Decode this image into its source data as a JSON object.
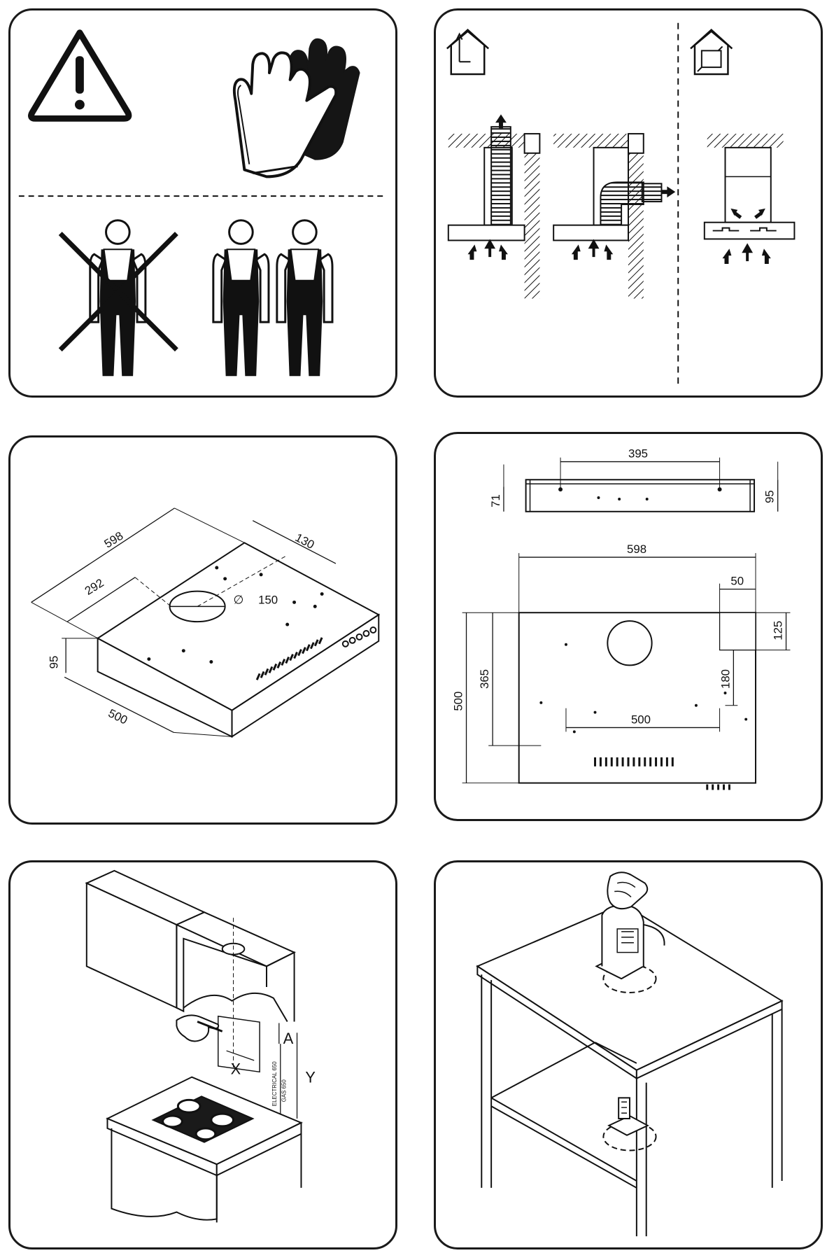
{
  "panel1": {
    "icons": [
      "warning-triangle-icon",
      "gloves-icon",
      "one-person-crossed-icon",
      "two-persons-icon"
    ]
  },
  "panel2": {
    "icons": [
      "house-vent-out-icon",
      "house-recirculation-icon",
      "airflow-arrow-icon"
    ]
  },
  "panel3": {
    "dim_width": "598",
    "dim_offset": "292",
    "dim_depth_offset": "130",
    "dim_diameter_symbol": "∅",
    "dim_diameter": "150",
    "dim_height": "95",
    "dim_depth": "500"
  },
  "panel4": {
    "top_holes": "395",
    "top_left_height": "71",
    "top_right_height": "95",
    "width": "598",
    "corner_w": "50",
    "corner_h": "125",
    "depth": "500",
    "hole_offset": "365",
    "side_gap": "180",
    "bottom_span": "500"
  },
  "panel5": {
    "label_x": "X",
    "label_y": "Y",
    "label_a": "A",
    "label_electrical": "ELECTRICAL 650",
    "label_gas": "GAS 650"
  },
  "panel6": {
    "icons": [
      "jigsaw-icon",
      "hand-icon"
    ]
  }
}
